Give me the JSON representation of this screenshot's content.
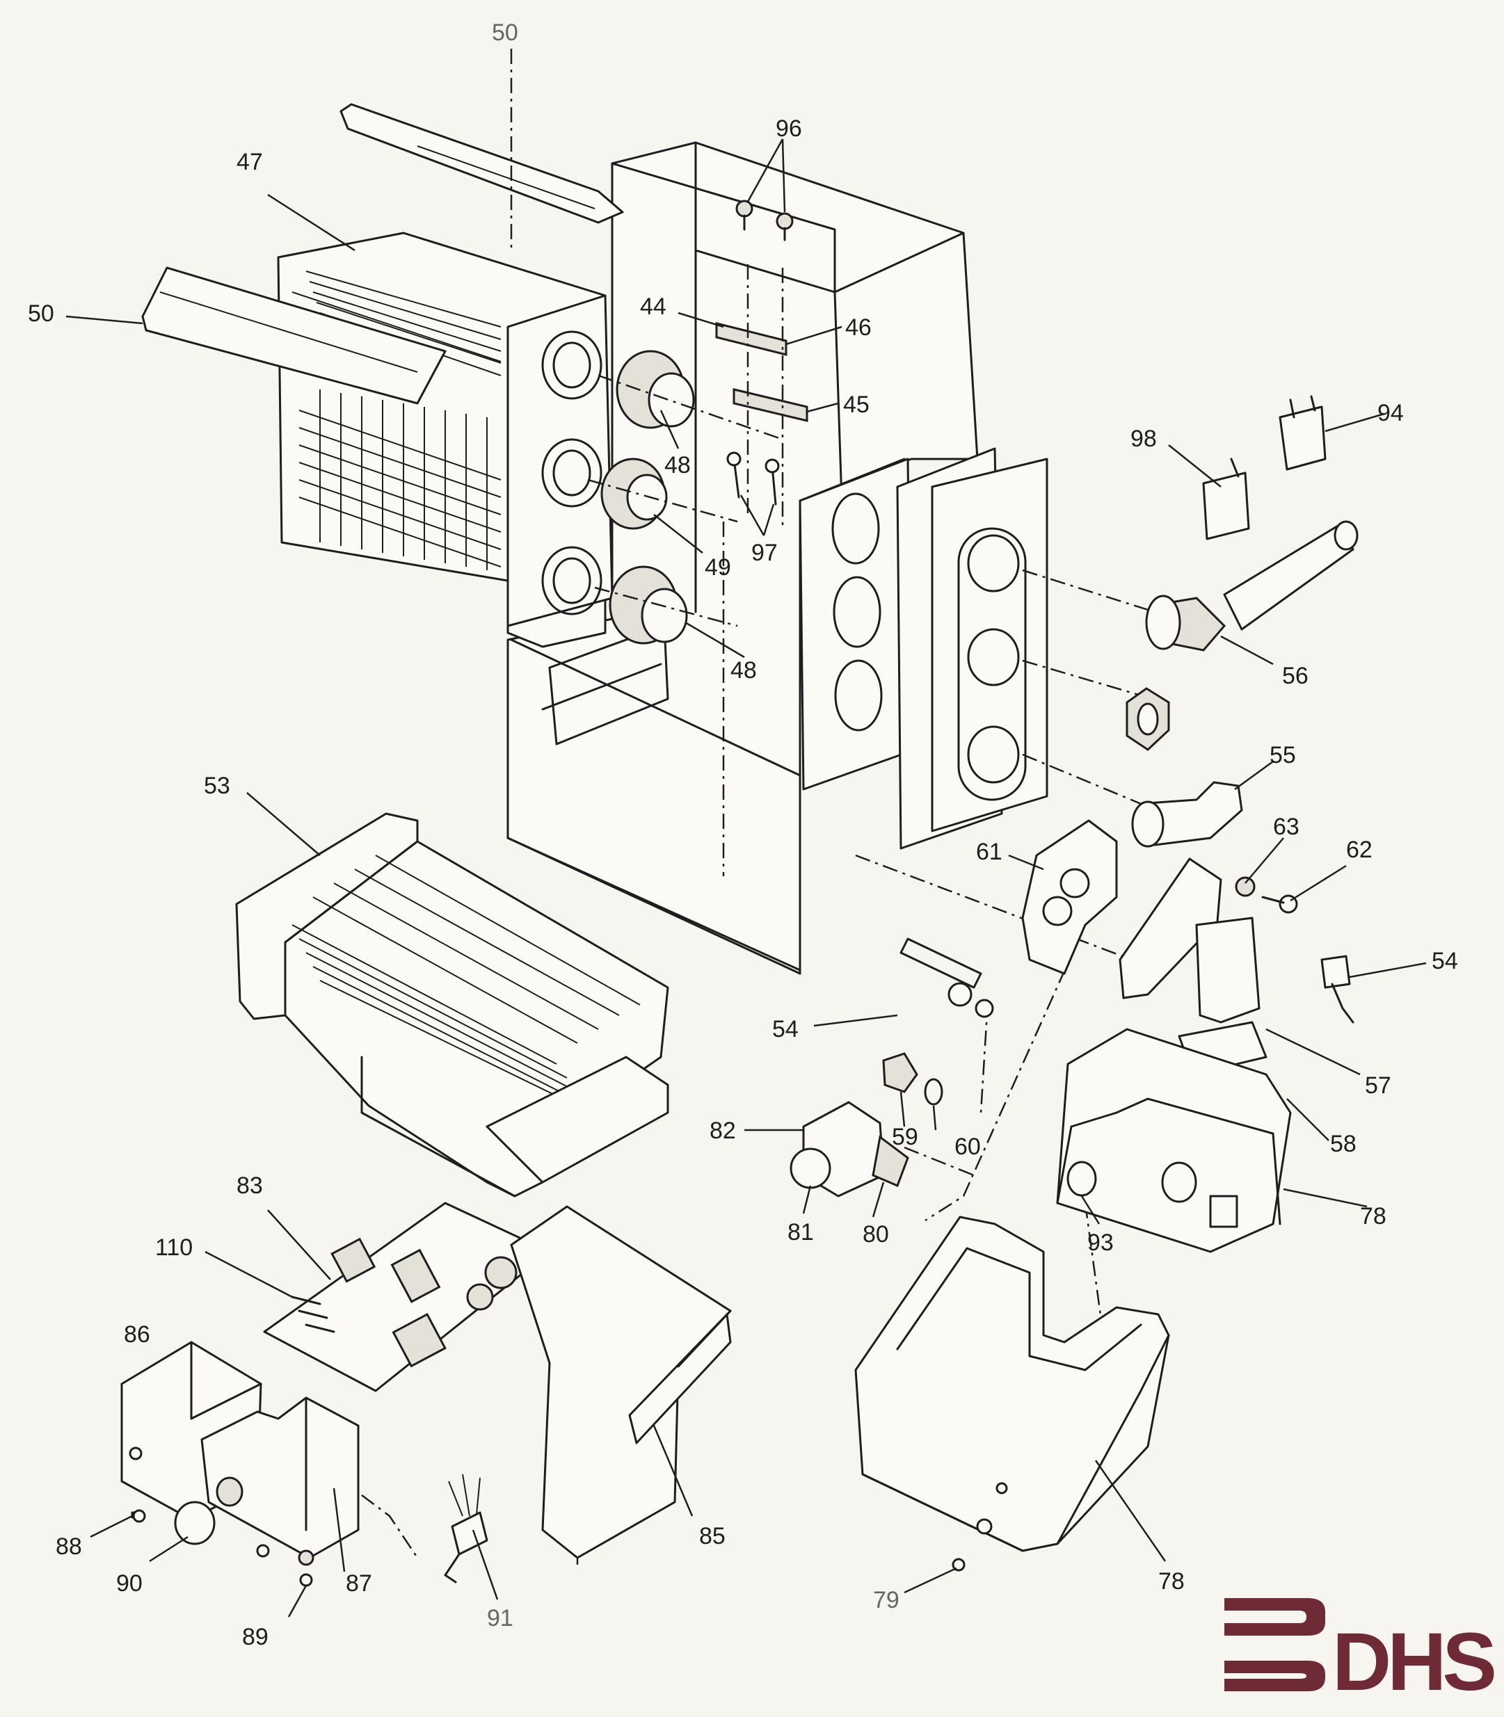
{
  "labels": {
    "l50a": "50",
    "l50b": "50",
    "l47": "47",
    "l96": "96",
    "l44": "44",
    "l46": "46",
    "l45": "45",
    "l48a": "48",
    "l48b": "48",
    "l49": "49",
    "l97": "97",
    "l94": "94",
    "l98": "98",
    "l56": "56",
    "l55": "55",
    "l53": "53",
    "l61": "61",
    "l63": "63",
    "l62": "62",
    "l54a": "54",
    "l54b": "54",
    "l57": "57",
    "l58": "58",
    "l59": "59",
    "l60": "60",
    "l82": "82",
    "l81": "81",
    "l80": "80",
    "l78a": "78",
    "l78b": "78",
    "l93": "93",
    "l83": "83",
    "l110": "110",
    "l86": "86",
    "l85": "85",
    "l87": "87",
    "l88": "88",
    "l90": "90",
    "l89": "89",
    "l91": "91",
    "l79": "79"
  },
  "logo": {
    "text": "DHS",
    "color": "#6e2a35"
  },
  "colors": {
    "ink": "#1e1e1e",
    "paper": "#f7f5ef",
    "brand": "#6e2a35"
  }
}
